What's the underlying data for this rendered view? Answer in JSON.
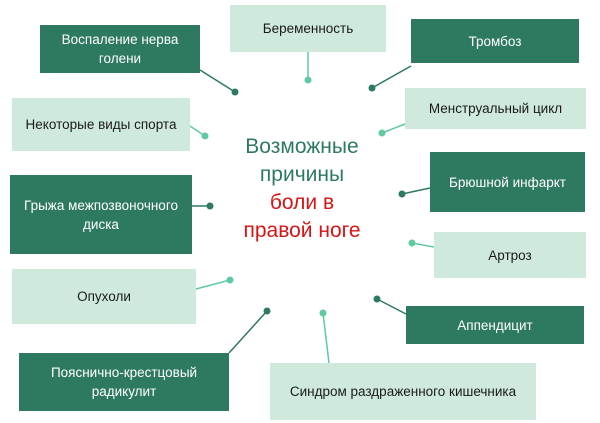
{
  "center": {
    "line1": "Возможные",
    "line2": "причины",
    "line3": "боли в",
    "line4": "правой ноге"
  },
  "causes": [
    {
      "id": "shin-nerve",
      "label": "Воспаление нерва голени",
      "style": "dark"
    },
    {
      "id": "pregnancy",
      "label": "Беременность",
      "style": "light"
    },
    {
      "id": "thrombosis",
      "label": "Тромбоз",
      "style": "dark"
    },
    {
      "id": "sports",
      "label": "Некоторые виды спорта",
      "style": "light"
    },
    {
      "id": "menstrual",
      "label": "Менструальный цикл",
      "style": "light"
    },
    {
      "id": "hernia",
      "label": "Грыжа межпозвоночного диска",
      "style": "dark"
    },
    {
      "id": "abdominal-infarct",
      "label": "Брюшной инфаркт",
      "style": "dark"
    },
    {
      "id": "arthrosis",
      "label": "Артроз",
      "style": "light"
    },
    {
      "id": "tumors",
      "label": "Опухоли",
      "style": "light"
    },
    {
      "id": "appendicitis",
      "label": "Аппендицит",
      "style": "dark"
    },
    {
      "id": "radiculitis",
      "label": "Пояснично-крестцовый радикулит",
      "style": "dark"
    },
    {
      "id": "ibs",
      "label": "Синдром раздраженного кишечника",
      "style": "light"
    }
  ],
  "colors": {
    "dark_box": "#2e7a61",
    "light_box": "#cfeadc",
    "dark_connector": "#2e7a61",
    "light_connector": "#5ecaa0",
    "title_green": "#2e7a61",
    "title_red": "#d41616"
  }
}
